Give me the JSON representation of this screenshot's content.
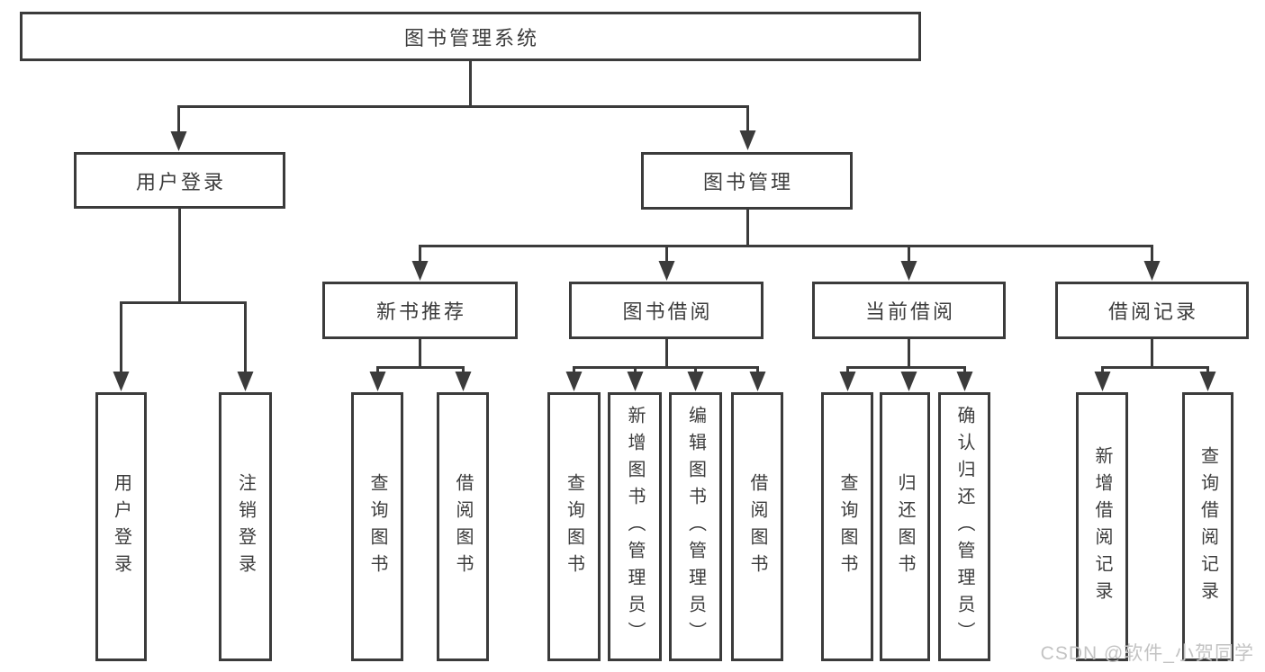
{
  "diagram": {
    "tree": {
      "root": {
        "label": "图书管理系统"
      },
      "children": [
        {
          "label": "用户登录",
          "children": [
            {
              "label": "用户登录"
            },
            {
              "label": "注销登录"
            }
          ]
        },
        {
          "label": "图书管理",
          "children": [
            {
              "label": "新书推荐",
              "children": [
                {
                  "label": "查询图书"
                },
                {
                  "label": "借阅图书"
                }
              ]
            },
            {
              "label": "图书借阅",
              "children": [
                {
                  "label": "查询图书"
                },
                {
                  "label": "新增图书（管理员）"
                },
                {
                  "label": "编辑图书（管理员）"
                },
                {
                  "label": "借阅图书"
                }
              ]
            },
            {
              "label": "当前借阅",
              "children": [
                {
                  "label": "查询图书"
                },
                {
                  "label": "归还图书"
                },
                {
                  "label": "确认归还（管理员）"
                }
              ]
            },
            {
              "label": "借阅记录",
              "children": [
                {
                  "label": "新增借阅记录"
                },
                {
                  "label": "查询借阅记录"
                }
              ]
            }
          ]
        }
      ]
    },
    "colors": {
      "line": "#3b3b3b",
      "text": "#3c3c3c",
      "watermark": "#c3c3c3",
      "background": "#ffffff"
    }
  },
  "watermark": {
    "text": "CSDN @软件_小贺同学"
  }
}
